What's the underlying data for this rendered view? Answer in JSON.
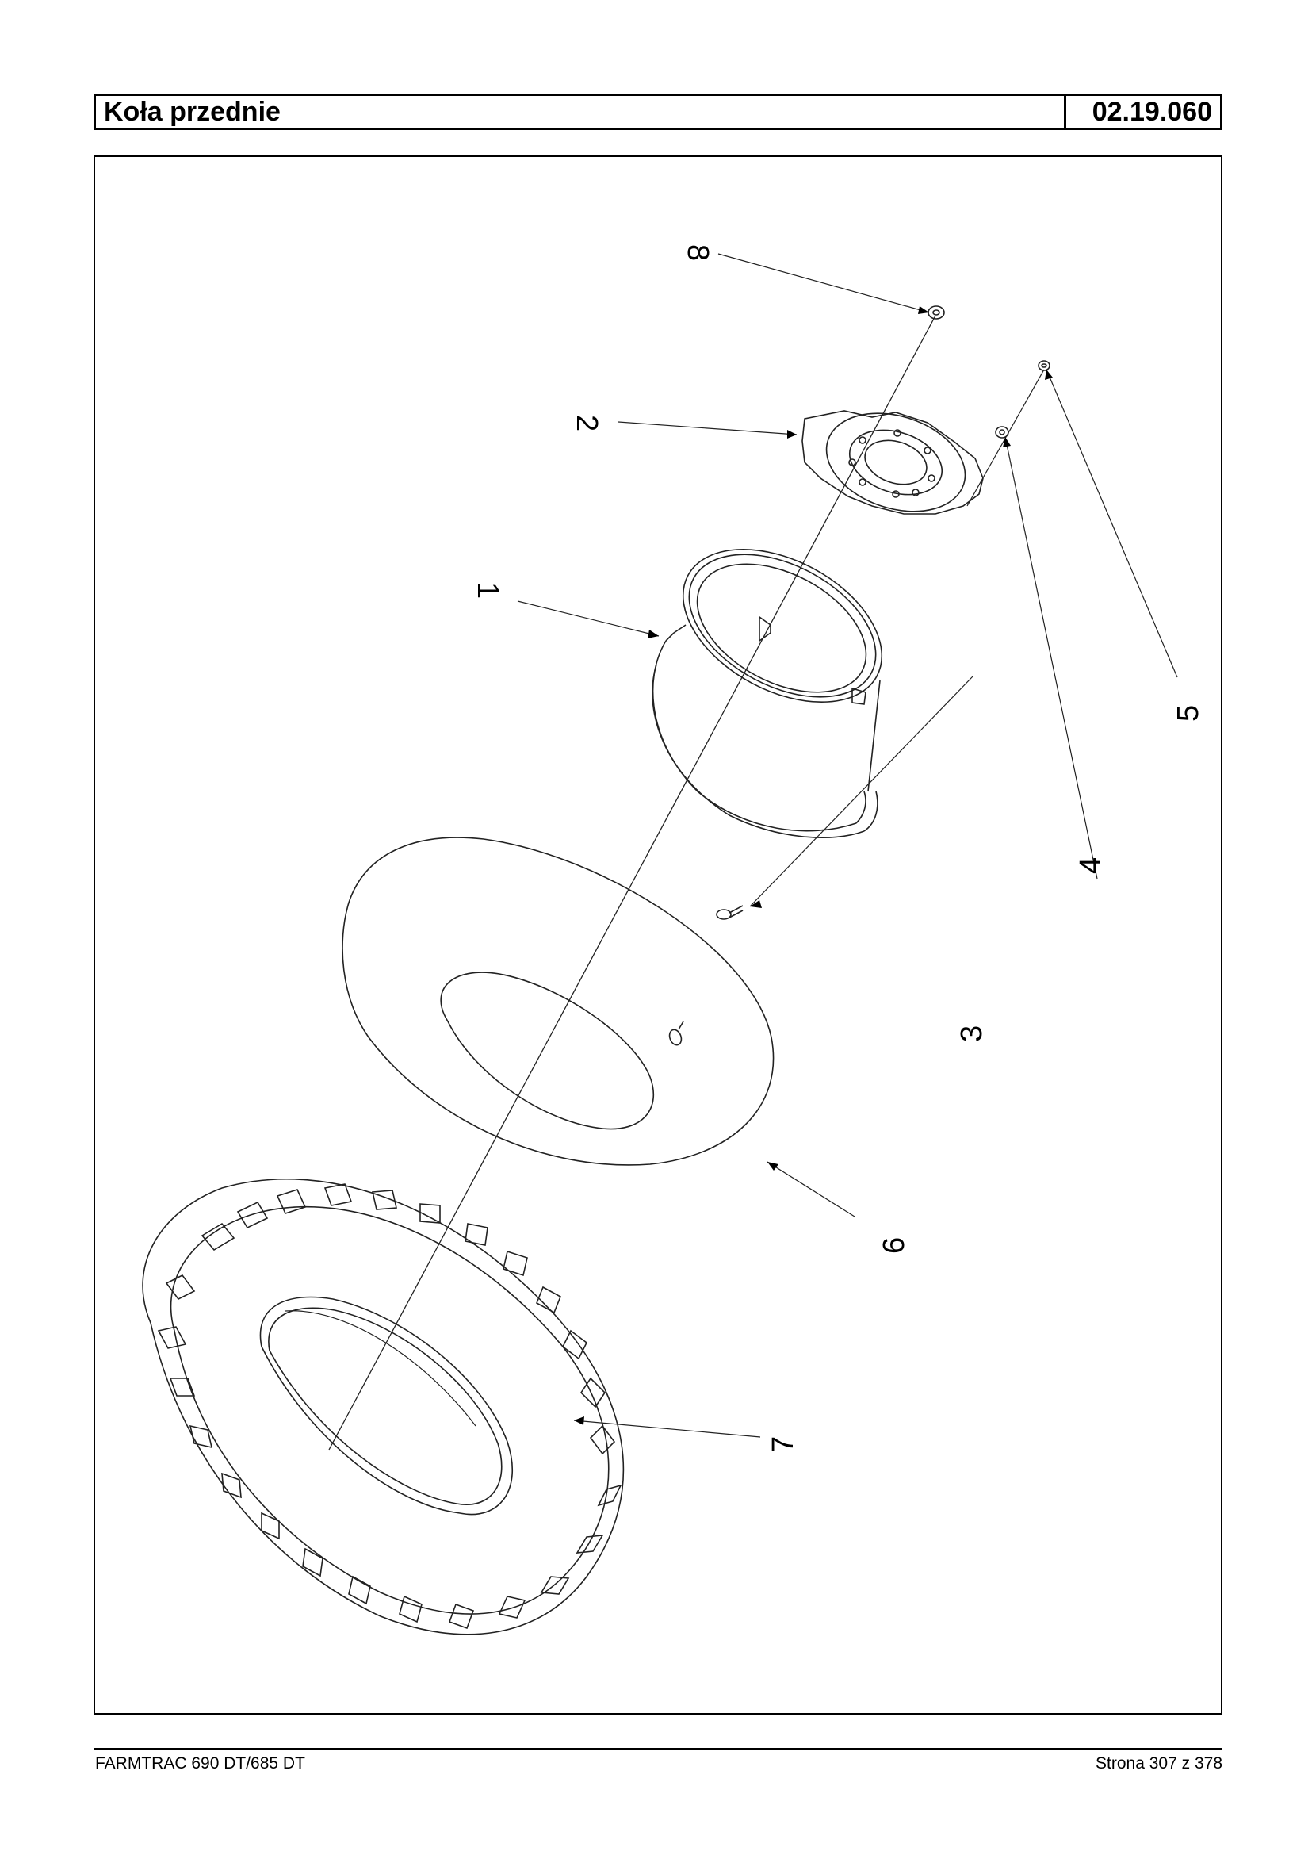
{
  "header": {
    "title": "Koła przednie",
    "code": "02.19.060"
  },
  "diagram": {
    "callouts": [
      "1",
      "2",
      "3",
      "4",
      "5",
      "6",
      "7",
      "8"
    ]
  },
  "footer": {
    "model": "FARMTRAC 690 DT/685 DT",
    "page": "Strona 307 z 378"
  }
}
